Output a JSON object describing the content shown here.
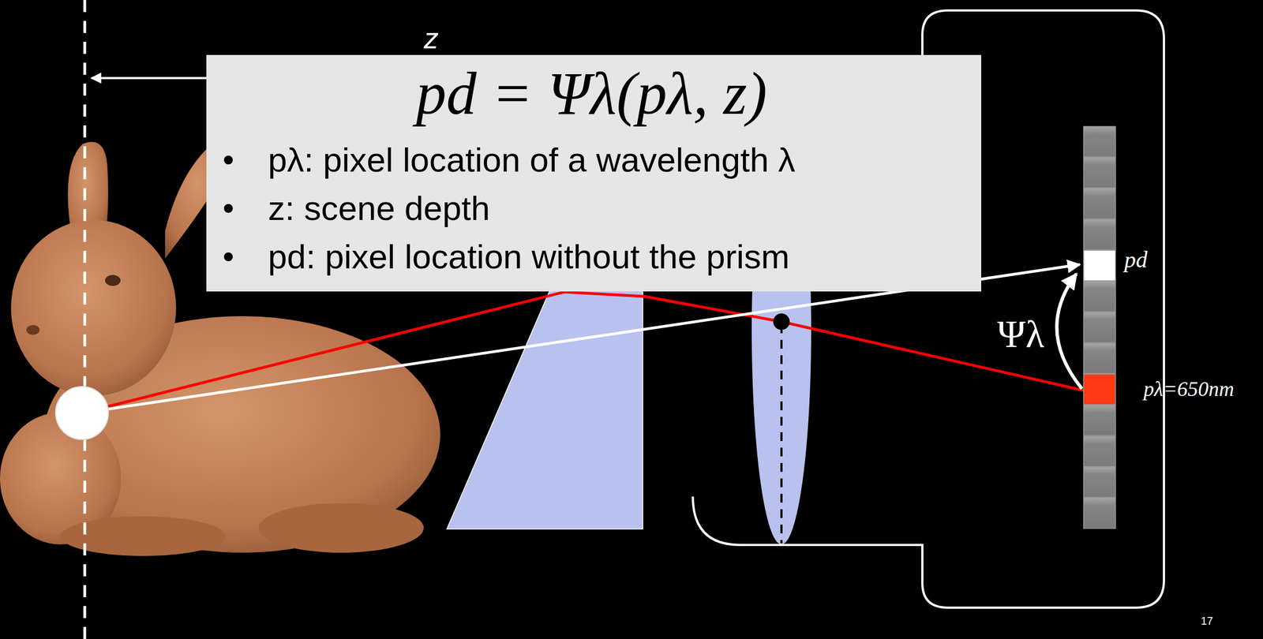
{
  "diagram": {
    "nodes": [
      {
        "text": [
          "pd = Ψλ(pλ, z)",
          "pλ: pixel location of a wavelength λ",
          "z: scene depth",
          "pd: pixel location without the prism"
        ]
      }
    ],
    "labels": [
      "z",
      "pd",
      "Ψλ",
      "pλ=650nm",
      "17"
    ]
  }
}
